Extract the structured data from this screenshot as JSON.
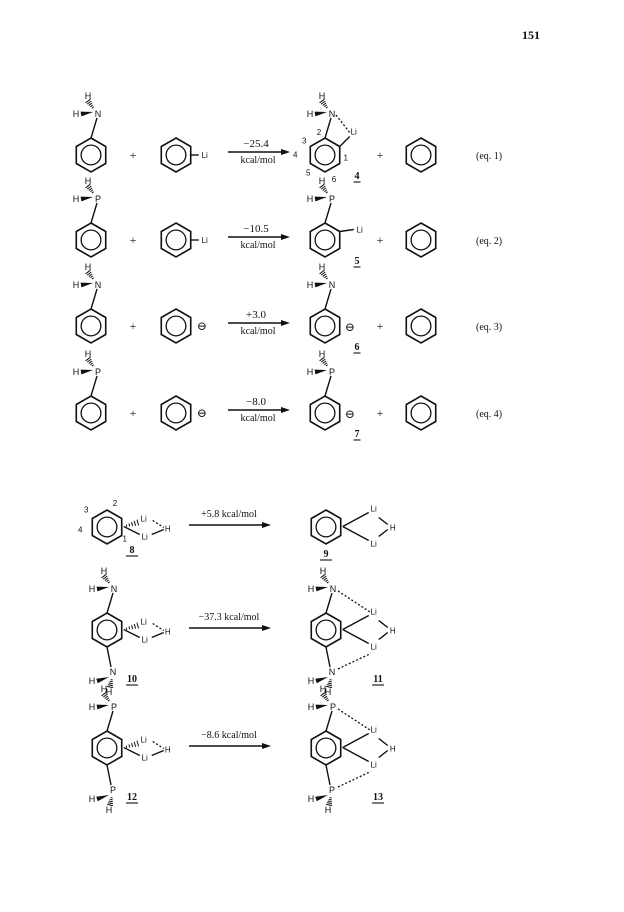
{
  "page": {
    "number": "151"
  },
  "equations": [
    {
      "id": "eq1",
      "eq_label": "(eq. 1)",
      "energy": "−25.4",
      "unit": "kcal/mol",
      "reactant1": {
        "heteroatom": "N",
        "h_labels": [
          "H",
          "H"
        ]
      },
      "reactant2": {
        "substituent": "Li"
      },
      "product": {
        "heteroatom": "N",
        "h_labels": [
          "H",
          "H"
        ],
        "metal": "Li",
        "compound_number": "4",
        "ring_numbers": [
          "1",
          "2",
          "3",
          "4",
          "5",
          "6"
        ]
      },
      "plus": "+"
    },
    {
      "id": "eq2",
      "eq_label": "(eq. 2)",
      "energy": "−10.5",
      "unit": "kcal/mol",
      "reactant1": {
        "heteroatom": "P",
        "h_labels": [
          "H",
          "H"
        ]
      },
      "reactant2": {
        "substituent": "Li"
      },
      "product": {
        "heteroatom": "P",
        "h_labels": [
          "H",
          "H"
        ],
        "metal": "Li",
        "compound_number": "5"
      },
      "plus": "+"
    },
    {
      "id": "eq3",
      "eq_label": "(eq. 3)",
      "energy": "+3.0",
      "unit": "kcal/mol",
      "reactant1": {
        "heteroatom": "N",
        "h_labels": [
          "H",
          "H"
        ]
      },
      "reactant2": {
        "charge": "⊖"
      },
      "product": {
        "heteroatom": "N",
        "h_labels": [
          "H",
          "H"
        ],
        "charge": "⊖",
        "compound_number": "6"
      },
      "plus": "+"
    },
    {
      "id": "eq4",
      "eq_label": "(eq. 4)",
      "energy": "−8.0",
      "unit": "kcal/mol",
      "reactant1": {
        "heteroatom": "P",
        "h_labels": [
          "H",
          "H"
        ]
      },
      "reactant2": {
        "charge": "⊖"
      },
      "product": {
        "heteroatom": "P",
        "h_labels": [
          "H",
          "H"
        ],
        "charge": "⊖",
        "compound_number": "7"
      },
      "plus": "+"
    }
  ],
  "dimers": [
    {
      "id": "r8",
      "energy": "+5.8 kcal/mol",
      "reactant": {
        "compound_number": "8",
        "ring_numbers": [
          "1",
          "2",
          "3",
          "4"
        ],
        "metals": [
          "Li",
          "Li"
        ],
        "bridge": "H"
      },
      "product": {
        "compound_number": "9",
        "metals": [
          "Li",
          "Li"
        ],
        "bridge": "H"
      }
    },
    {
      "id": "r10",
      "energy": "−37.3 kcal/mol",
      "reactant": {
        "compound_number": "10",
        "heteroatom": "N",
        "h_label": "H",
        "metals": [
          "Li",
          "Li"
        ],
        "bridge": "H"
      },
      "product": {
        "compound_number": "11",
        "heteroatom": "N",
        "h_label": "H",
        "metals": [
          "Li",
          "Li"
        ],
        "bridge": "H"
      }
    },
    {
      "id": "r12",
      "energy": "−8.6 kcal/mol",
      "reactant": {
        "compound_number": "12",
        "heteroatom": "P",
        "h_label": "H",
        "metals": [
          "Li",
          "Li"
        ],
        "bridge": "H"
      },
      "product": {
        "compound_number": "13",
        "heteroatom": "P",
        "h_label": "H",
        "metals": [
          "Li",
          "Li"
        ],
        "bridge": "H"
      }
    }
  ]
}
